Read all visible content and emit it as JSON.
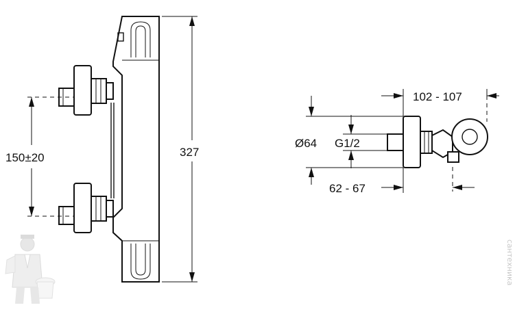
{
  "dimensions": {
    "height_total": "327",
    "inlet_spacing": "150±20",
    "depth_range": "102 - 107",
    "offset_range": "62 - 67",
    "diameter": "Ø64",
    "thread": "G1/2"
  },
  "watermark": {
    "text": "сантехника"
  },
  "colors": {
    "line": "#111111",
    "watermark": "#c8c8c8"
  }
}
